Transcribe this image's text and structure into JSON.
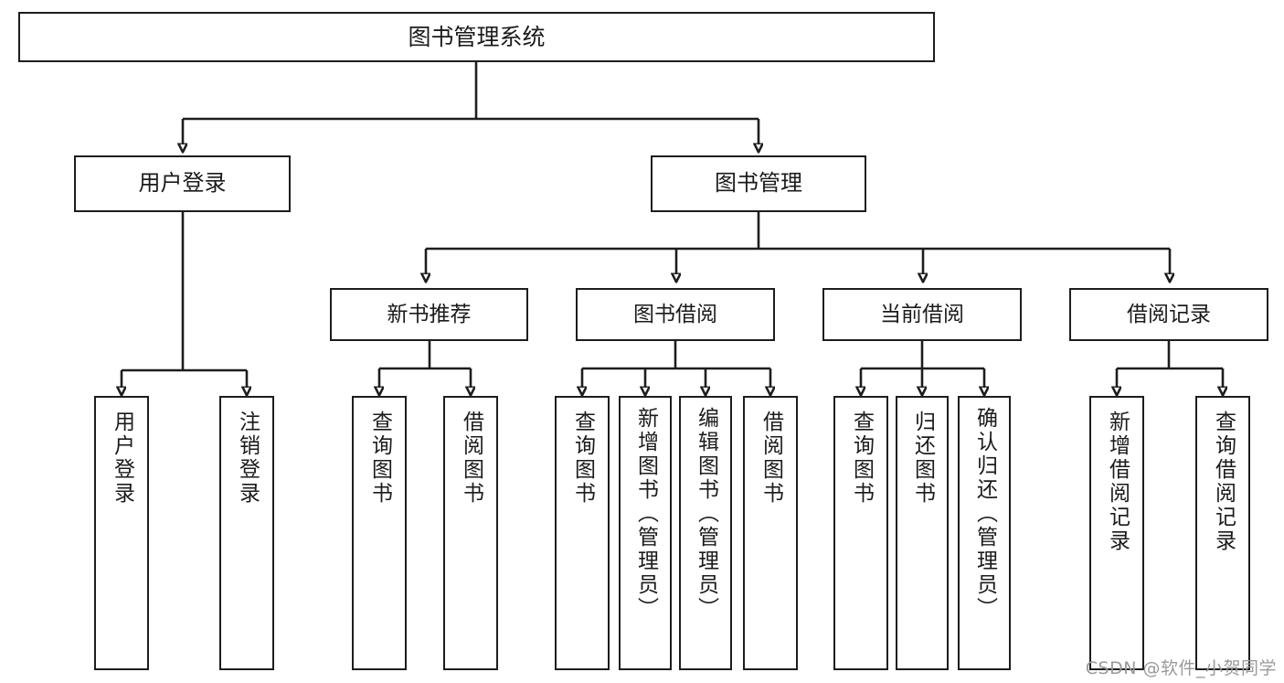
{
  "diagram": {
    "title": "图书管理系统",
    "type": "tree-hierarchy",
    "watermark": "CSDN @软件_小贺同学",
    "arrow_style": "solid-triangle-down",
    "line_color": "#1d1d1d",
    "box_fill": "#ffffff",
    "text_color": "#1b1b1b"
  },
  "root": {
    "id": "root",
    "label": "图书管理系统"
  },
  "level1": [
    {
      "id": "user-login",
      "label": "用户登录"
    },
    {
      "id": "book-management",
      "label": "图书管理"
    }
  ],
  "level2": [
    {
      "id": "new-book-recommend",
      "label": "新书推荐",
      "parent": "book-management"
    },
    {
      "id": "book-borrow",
      "label": "图书借阅",
      "parent": "book-management"
    },
    {
      "id": "current-borrow",
      "label": "当前借阅",
      "parent": "book-management"
    },
    {
      "id": "borrow-record",
      "label": "借阅记录",
      "parent": "book-management"
    }
  ],
  "leaves": {
    "user_login": [
      {
        "id": "leaf-user-login",
        "label": "用户登录"
      },
      {
        "id": "leaf-logout",
        "label": "注销登录"
      }
    ],
    "new_book_recommend": [
      {
        "id": "leaf-query-book-1",
        "label": "查询图书"
      },
      {
        "id": "leaf-borrow-book-1",
        "label": "借阅图书"
      }
    ],
    "book_borrow": [
      {
        "id": "leaf-query-book-2",
        "label": "查询图书"
      },
      {
        "id": "leaf-add-book",
        "label": "新增图书（管理员）"
      },
      {
        "id": "leaf-edit-book",
        "label": "编辑图书（管理员）"
      },
      {
        "id": "leaf-borrow-book-2",
        "label": "借阅图书"
      }
    ],
    "current_borrow": [
      {
        "id": "leaf-query-book-3",
        "label": "查询图书"
      },
      {
        "id": "leaf-return-book",
        "label": "归还图书"
      },
      {
        "id": "leaf-confirm-return",
        "label": "确认归还（管理员）"
      }
    ],
    "borrow_record": [
      {
        "id": "leaf-add-record",
        "label": "新增借阅记录"
      },
      {
        "id": "leaf-query-record",
        "label": "查询借阅记录"
      }
    ]
  }
}
